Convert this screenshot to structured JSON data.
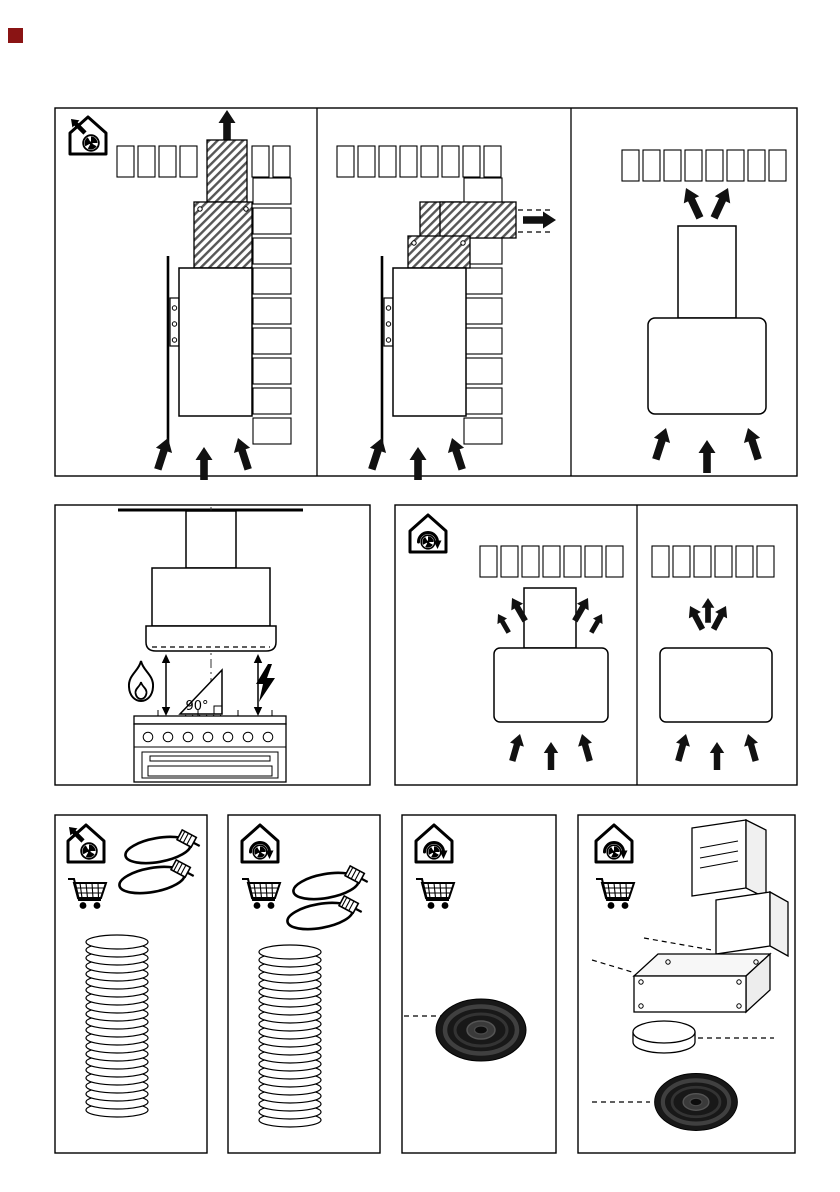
{
  "document": {
    "kind": "cooker-hood installation manual page",
    "page_background": "#ffffff"
  },
  "colors": {
    "corner_mark": "#8a1414",
    "line": "#000000",
    "filter_body": "#181818"
  },
  "panels": {
    "exhaust_installations": {
      "mode_icon": "extraction-house-fan-icon",
      "sections": [
        "vertical-duct-through-ceiling",
        "side-duct-through-wall",
        "exhaust-behind-chimney"
      ]
    },
    "clearance": {
      "angle_label": "90°",
      "hob_icons": [
        "gas-flame-icon",
        "electric-lightning-icon"
      ]
    },
    "recirculation_installations": {
      "mode_icon": "recirculation-house-fan-icon",
      "sections": [
        "with-chimney-grille",
        "without-chimney"
      ]
    },
    "accessories": [
      {
        "mode": "extraction",
        "items": [
          "hose-clamps",
          "flexible-duct"
        ]
      },
      {
        "mode": "recirculation",
        "items": [
          "hose-clamps",
          "flexible-duct"
        ]
      },
      {
        "mode": "recirculation",
        "items": [
          "carbon-filter"
        ]
      },
      {
        "mode": "recirculation",
        "items": [
          "air-deflector",
          "plenum-box",
          "ring-adapter",
          "carbon-filter"
        ]
      }
    ]
  },
  "icons": {
    "extraction_mode": "house-with-fan-and-outlet-arrow",
    "recirculation_mode": "house-with-fan-and-loop-arrow",
    "purchase": "shopping-cart",
    "gas_hob": "flame",
    "electric_hob": "lightning-bolt"
  }
}
